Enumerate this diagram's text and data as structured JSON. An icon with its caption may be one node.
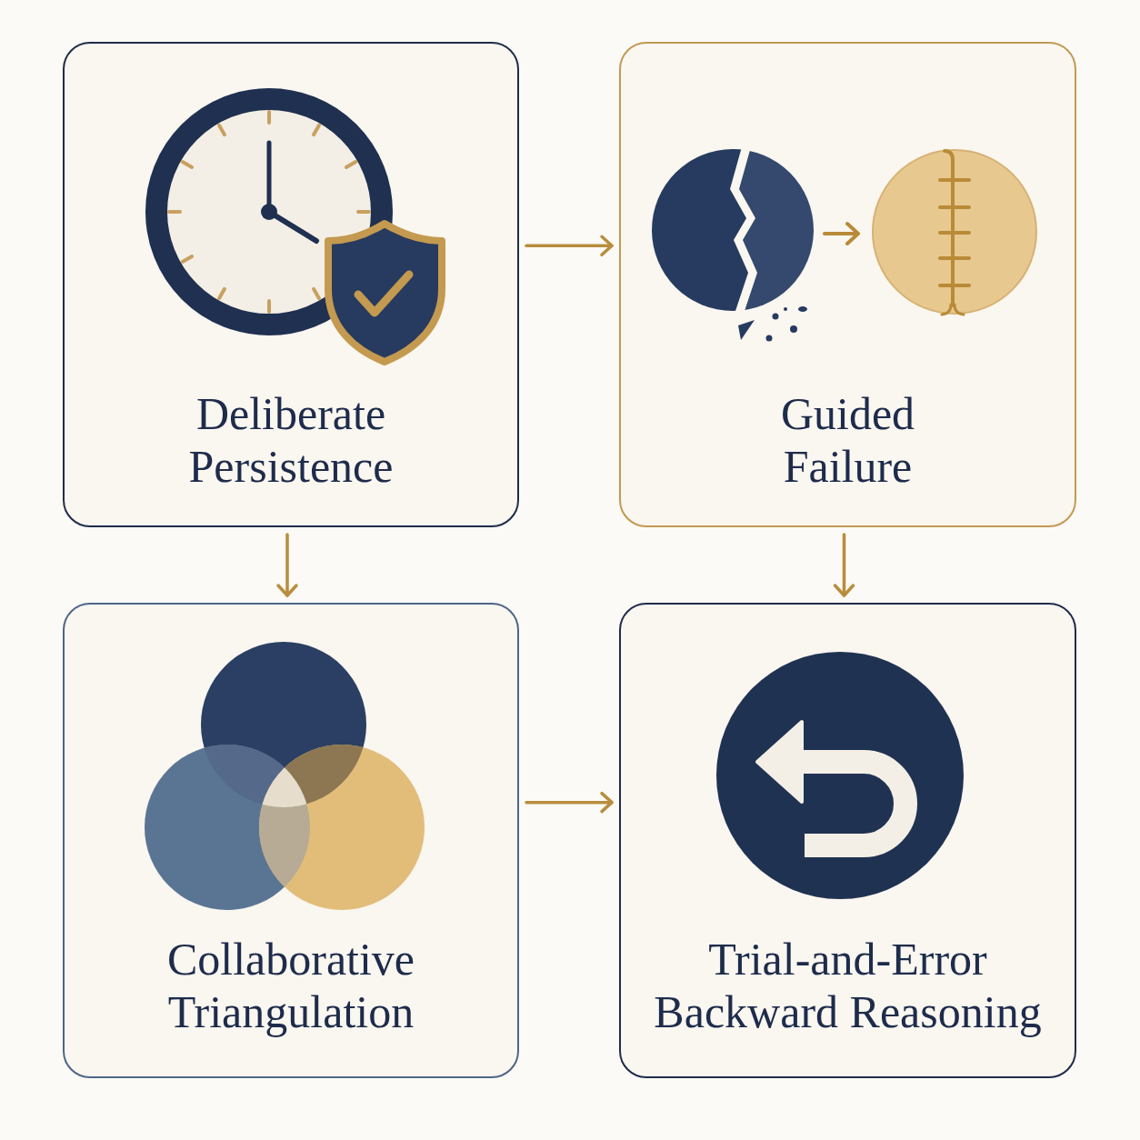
{
  "diagram": {
    "nodes": [
      {
        "text": [
          "Deliberate Persistence"
        ]
      },
      {
        "text": [
          "Guided Failure"
        ]
      },
      {
        "text": [
          "Collaborative Triangulation"
        ]
      },
      {
        "text": [
          "Trial-and-Error Backward Reasoning"
        ]
      }
    ],
    "edges": [
      {
        "from": 0,
        "to": 1,
        "arrow": "to"
      },
      {
        "from": 0,
        "to": 2,
        "arrow": "to"
      },
      {
        "from": 1,
        "to": 3,
        "arrow": "to"
      },
      {
        "from": 2,
        "to": 3,
        "arrow": "to"
      }
    ]
  }
}
